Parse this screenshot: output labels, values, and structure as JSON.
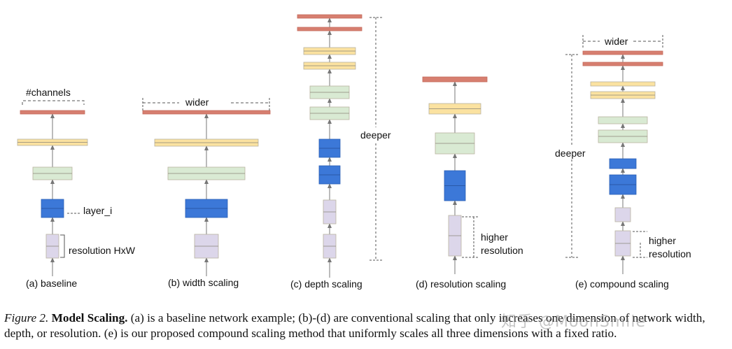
{
  "colors": {
    "head": "#d77f70",
    "yellow": "#fbe2a0",
    "green": "#d9ead3",
    "blue": "#3c78d8",
    "purple": "#dcd6ea",
    "arrow": "#777777",
    "dashed": "#555555"
  },
  "annotations": {
    "channels": "#channels",
    "layer": "layer_i",
    "resolution": "resolution HxW",
    "wider": "wider",
    "deeper": "deeper",
    "higher": "higher",
    "resolution_word": "resolution"
  },
  "panels": [
    {
      "id": "a",
      "label": "(a) baseline"
    },
    {
      "id": "b",
      "label": "(b) width scaling"
    },
    {
      "id": "c",
      "label": "(c) depth scaling"
    },
    {
      "id": "d",
      "label": "(d) resolution scaling"
    },
    {
      "id": "e",
      "label": "(e) compound scaling"
    }
  ],
  "caption": {
    "figure": "Figure 2.",
    "title": "Model Scaling.",
    "text1": "(a) is a baseline network example; (b)-(d) are conventional scaling that only increases one dimension of network width, depth, or resolution. (e) is our proposed compound scaling method that uniformly scales all three dimensions with a fixed ratio."
  },
  "watermark": "知乎 @MoonSmile"
}
